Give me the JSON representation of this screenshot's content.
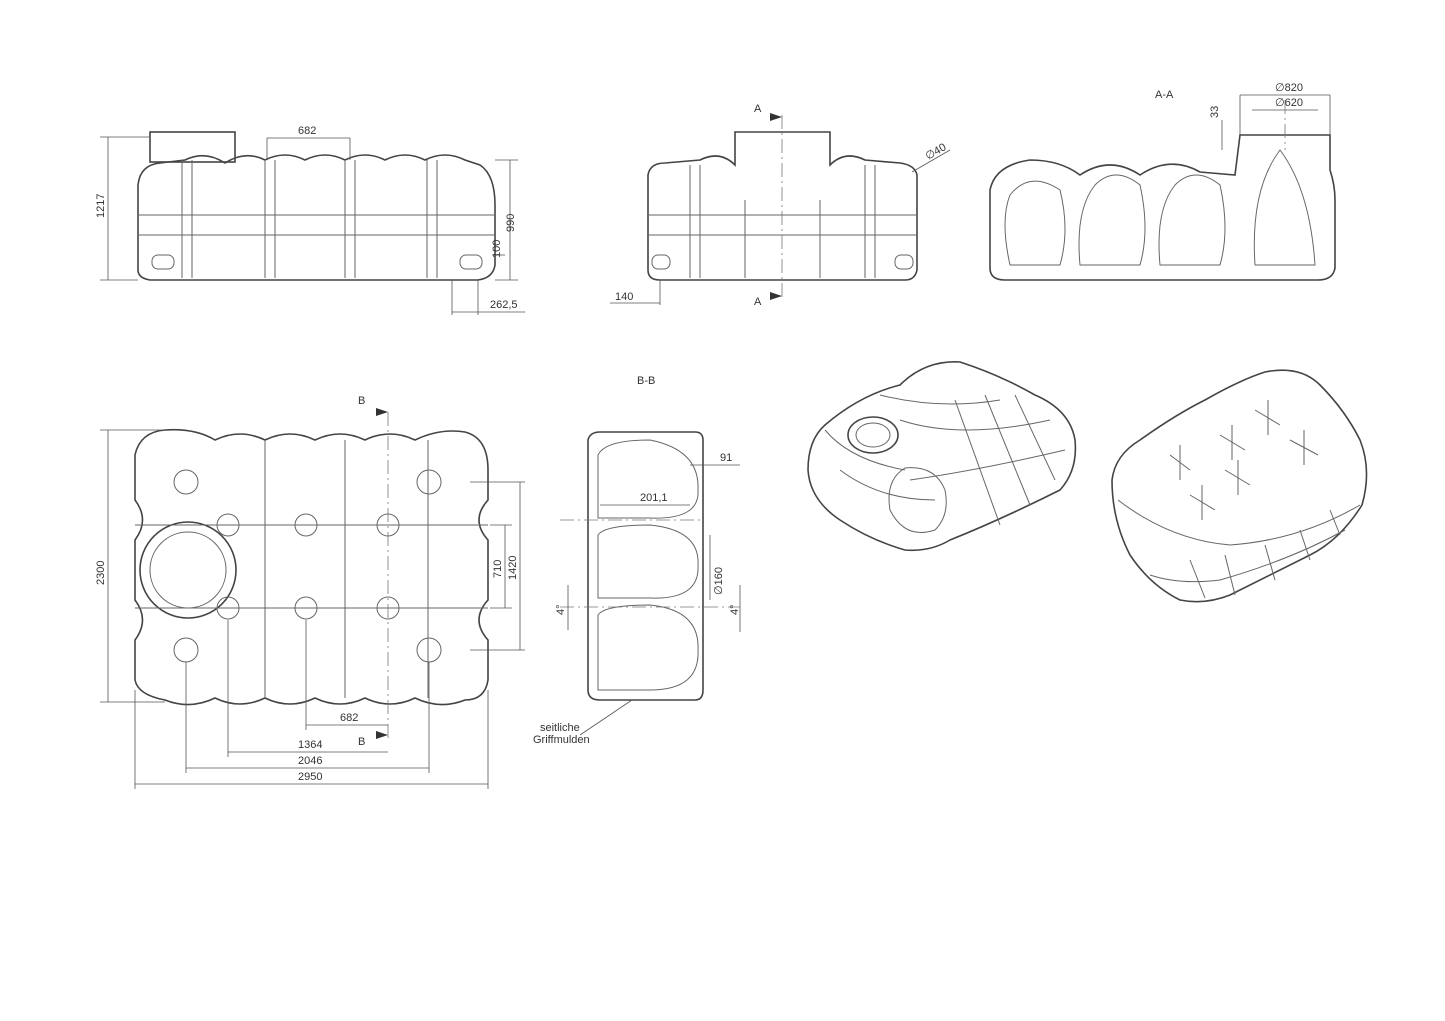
{
  "views": {
    "side": {
      "dims": {
        "height_total": "1217",
        "height_body": "990",
        "foot_h": "100",
        "foot_w": "262,5",
        "rib_pitch": "682"
      }
    },
    "front": {
      "section_mark": "A",
      "dims": {
        "foot_w": "140",
        "pipe": "∅40"
      }
    },
    "section_aa": {
      "title": "A-A",
      "dims": {
        "dome_outer": "∅820",
        "dome_inner": "∅620",
        "rim": "33"
      }
    },
    "top": {
      "section_mark": "B",
      "dims": {
        "width": "2300",
        "dim_710": "710",
        "dim_1420": "1420",
        "dim_682": "682",
        "dim_1364": "1364",
        "dim_2046": "2046",
        "length": "2950"
      }
    },
    "section_bb": {
      "title": "B-B",
      "dims": {
        "d91": "91",
        "d201": "201,1",
        "d160": "∅160",
        "angle_left": "4°",
        "angle_right": "4°"
      },
      "note_line1": "seitliche",
      "note_line2": "Griffmulden"
    }
  },
  "colors": {
    "line": "#444444",
    "text": "#333333"
  }
}
